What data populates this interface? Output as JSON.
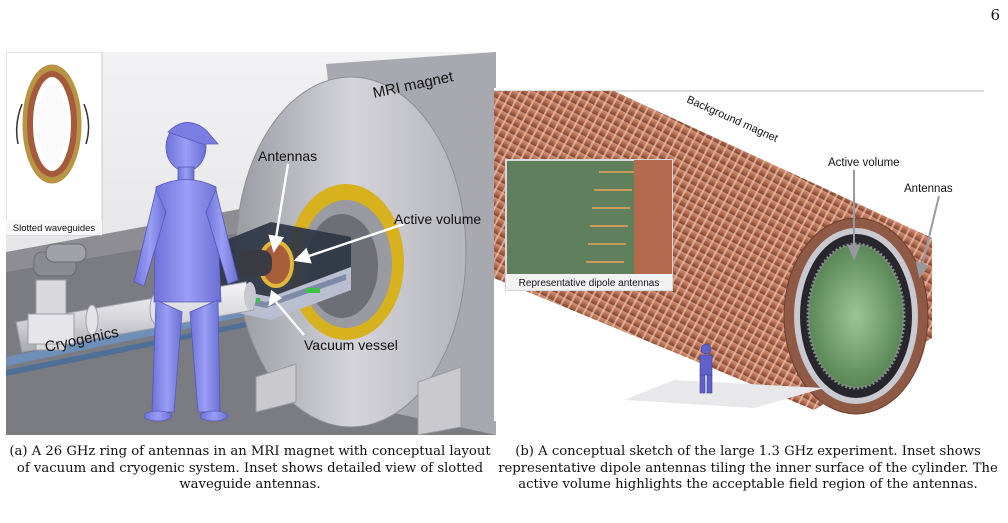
{
  "page_number": "6",
  "figure_a": {
    "labels": {
      "mri_magnet": "MRI magnet",
      "antennas": "Antennas",
      "active_volume": "Active volume",
      "cryogenics": "Cryogenics",
      "vacuum_vessel": "Vacuum vessel",
      "inset": "Slotted waveguides"
    },
    "caption": "(a) A 26 GHz ring of antennas in an MRI magnet with conceptual layout of vacuum and cryogenic system. Inset shows detailed view of slotted waveguide antennas."
  },
  "figure_b": {
    "labels": {
      "background_magnet": "Background magnet",
      "active_volume": "Active volume",
      "antennas": "Antennas",
      "inset": "Representative dipole antennas"
    },
    "caption": "(b) A conceptual sketch of the large 1.3 GHz experiment. Inset shows representative dipole antennas tiling the inner surface of the cylinder. The active volume highlights the acceptable field region of the antennas."
  },
  "colors": {
    "figure_blue": "#8a8ef2",
    "magnet_gray": "#c5c5cb",
    "copper": "#b46a4c",
    "active_green": "#6f9d6a"
  }
}
